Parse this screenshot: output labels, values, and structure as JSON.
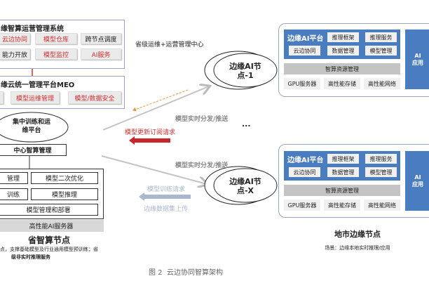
{
  "ops_system": {
    "title": "缘智算运营管理系统",
    "buttons": [
      "云边协同",
      "模型仓库",
      "跨节点调度",
      "能力开放",
      "模型监控",
      "AI服务"
    ]
  },
  "meo": {
    "title": "缘云统一管理平台MEO",
    "buttons": [
      "模型运维管理",
      "模型/数据安全"
    ]
  },
  "central": {
    "platform": "集中训练和运维平台",
    "platform_l1": "集中训练和运",
    "platform_l2": "维平台",
    "mgmt": "中心智算管理",
    "cells": [
      "管理",
      "模型二次优化",
      "训练",
      "模型推理",
      "模型管理和部署"
    ],
    "server": "高性能AI服务器",
    "node_title": "省智算节点",
    "desc_l1": "点，支撑基础模型及行业通用模型预训练；省",
    "desc_l2": "级非实时推理服务"
  },
  "center_label": "省级运维+运营管理中心",
  "flows": {
    "push1": "模型实时分发/推送",
    "subscribe": "模型更新订阅请求",
    "push2": "模型实时分发/推送",
    "train_req": "模型训练请求",
    "upload": "边缘数据集上传",
    "ellipsis": "..."
  },
  "edge_nodes": [
    {
      "l1": "边缘AI节",
      "l2": "点-1"
    },
    {
      "l1": "边缘AI节",
      "l2": "点-X"
    }
  ],
  "edge_panel": {
    "platform": "边缘AI平台",
    "buttons": [
      "推理框架",
      "推理服务",
      "云边协同",
      "数据管理",
      "模型管理"
    ],
    "resource": "智算资源管理",
    "infra": [
      "GPU服务器",
      "高性能存储",
      "高性能网络"
    ],
    "app_l1": "AI",
    "app_l2": "应用"
  },
  "city": {
    "title": "地市边缘节点",
    "scene": "场景：边缘本地实时推理/应用"
  },
  "caption": "图 2  云边协同智算架构",
  "colors": {
    "blue": "#4a7cc0",
    "red": "#d03030",
    "orange": "#f0903a"
  }
}
